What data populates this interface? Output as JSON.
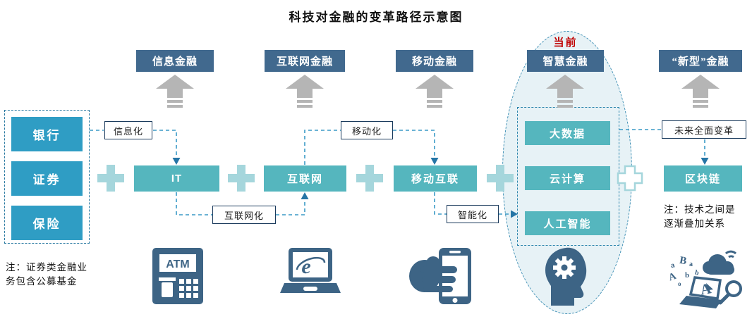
{
  "title": "科技对金融的变革路径示意图",
  "current_badge": "当前",
  "stages": {
    "info_finance": "信息金融",
    "internet_finance": "互联网金融",
    "mobile_finance": "移动金融",
    "smart_finance": "智慧金融",
    "new_finance": "“新型”金融"
  },
  "institutions": {
    "bank": "银行",
    "securities": "证券",
    "insurance": "保险"
  },
  "technologies": {
    "it": "IT",
    "internet": "互联网",
    "mobile_internet": "移动互联",
    "big_data": "大数据",
    "cloud_computing": "云计算",
    "ai": "人工智能",
    "blockchain": "区块链"
  },
  "transitions": {
    "informatization": "信息化",
    "internetization": "互联网化",
    "mobilization": "移动化",
    "intelligentization": "智能化",
    "future_transformation": "未来全面变革"
  },
  "notes": {
    "left_line1": "注：证券类金融业",
    "left_line2": "务包含公募基金",
    "right_line1": "注：技术之间是",
    "right_line2": "逐渐叠加关系"
  },
  "icon_text": {
    "atm": "ATM",
    "browser_e": "e",
    "screen_a": "A",
    "scattered_letters": [
      "a",
      "B",
      "a",
      "A",
      "b",
      "o",
      "b"
    ]
  },
  "colors": {
    "stage_box": "#41698e",
    "institution_box": "#2f9dc4",
    "technology_box": "#55b6be",
    "plus_sign": "#a5d6dc",
    "arrow_gray": "#b5b5b5",
    "ellipse_fill": "#e7f2f6",
    "connector_line": "#3a9ac6",
    "current_red": "#c00000",
    "icon_color": "#3d6485"
  }
}
